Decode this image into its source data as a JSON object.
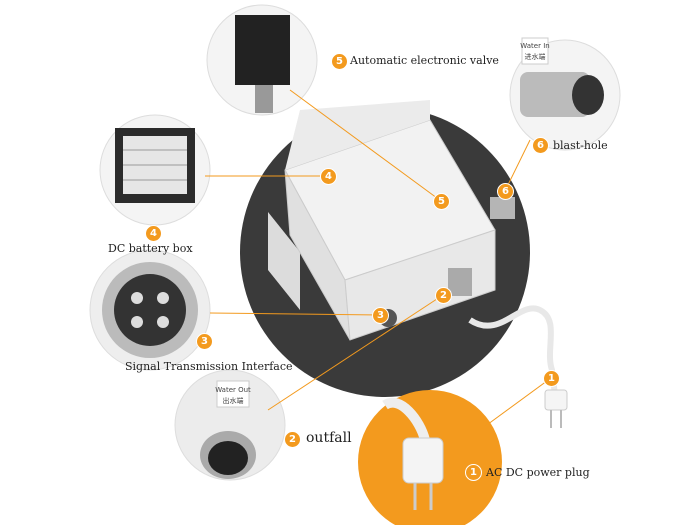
{
  "accent_color": "#f39a1e",
  "background_circle_color": "#3a3a3a",
  "callouts": [
    {
      "number": "1",
      "label": "AC DC power plug"
    },
    {
      "number": "2",
      "label": "outfall"
    },
    {
      "number": "3",
      "label": "Signal Transmission Interface"
    },
    {
      "number": "4",
      "label": "DC battery box"
    },
    {
      "number": "5",
      "label": "Automatic electronic valve"
    },
    {
      "number": "6",
      "label": "blast-hole"
    }
  ],
  "port_tags": {
    "outfall_en": "Water Out",
    "outfall_cn": "出水端",
    "blast_en": "Water In",
    "blast_cn": "进水端"
  }
}
